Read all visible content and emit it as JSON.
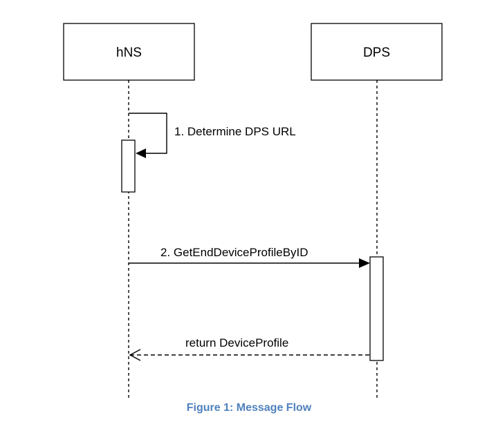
{
  "participants": [
    {
      "id": "hns",
      "label": "hNS"
    },
    {
      "id": "dps",
      "label": "DPS"
    }
  ],
  "messages": [
    {
      "id": "m1",
      "label": "1. Determine DPS URL",
      "from": "hNS",
      "to": "hNS",
      "style": "self-call"
    },
    {
      "id": "m2",
      "label": "2. GetEndDeviceProfileByID",
      "from": "hNS",
      "to": "DPS",
      "style": "synchronous"
    },
    {
      "id": "m3",
      "label": "return DeviceProfile",
      "from": "DPS",
      "to": "hNS",
      "style": "return"
    }
  ],
  "caption": "Figure 1: Message Flow",
  "colors": {
    "caption": "#4f81bd",
    "line": "#000000"
  }
}
